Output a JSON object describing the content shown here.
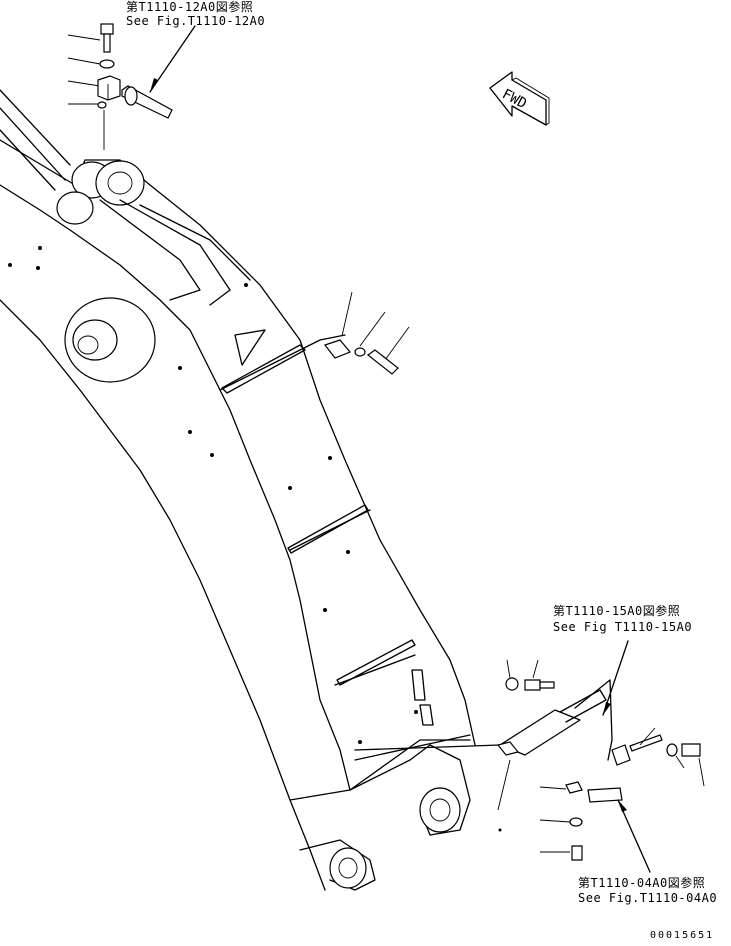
{
  "references": {
    "top": {
      "jp": "第T1110-12A0図参照",
      "en": "See Fig.T1110-12A0"
    },
    "right_mid": {
      "jp": "第T1110-15A0図参照",
      "en": "See Fig T1110-15A0"
    },
    "bottom": {
      "jp": "第T1110-04A0図参照",
      "en": "See Fig.T1110-04A0"
    }
  },
  "direction_label": "FWD",
  "drawing_number": "00015651"
}
